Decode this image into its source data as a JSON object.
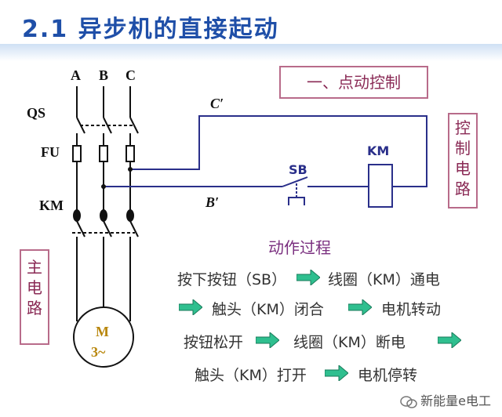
{
  "title": "2.1 异步机的直接起动",
  "jog_label": "一、点动控制",
  "control_circuit_chars": [
    "控",
    "制",
    "电",
    "路"
  ],
  "main_circuit_chars": [
    "主",
    "电",
    "路"
  ],
  "phase_labels": [
    "A",
    "B",
    "C"
  ],
  "device_labels": {
    "qs": "QS",
    "fu": "FU",
    "km": "KM"
  },
  "control_labels": {
    "c_prime": "C′",
    "b_prime": "B′",
    "sb": "SB",
    "km_coil": "KM"
  },
  "motor": {
    "line1": "M",
    "line2": "3~"
  },
  "process": {
    "title": "动作过程",
    "row1": [
      "按下按钮（SB）",
      "线圈（KM）通电"
    ],
    "row2": [
      "触头（KM）闭合",
      "电机转动"
    ],
    "row3": [
      "按钮松开",
      "线圈（KM）断电"
    ],
    "row4": [
      "触头（KM）打开",
      "电机停转"
    ]
  },
  "colors": {
    "title": "#1f4fa8",
    "wire": "#2a2f8a",
    "arrow": "#2fbf8f",
    "box_border": "#b86b8a"
  },
  "watermark": "新能量e电工"
}
